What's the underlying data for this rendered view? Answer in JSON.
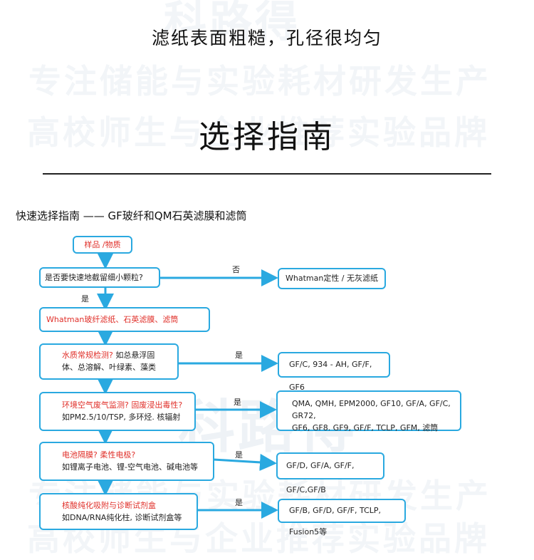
{
  "watermarks": {
    "brand": "科路得",
    "line1": "专注储能与实验耗材研发生产",
    "line2": "高校师生与企业推荐实验品牌"
  },
  "subtitle": "滤纸表面粗糙，孔径很均匀",
  "title": "选择指南",
  "section_title": "快速选择指南 —— GF玻纤和QM石英滤膜和滤筒",
  "flow": {
    "start": "样品 /物质",
    "question": "是否要快速地截留细小颗粒?",
    "no_label": "否",
    "no_result": "Whatman定性 / 无灰滤纸",
    "yes_label": "是",
    "category": "Whatman玻纤滤纸、石英滤膜、滤筒",
    "rows": [
      {
        "title": "水质常规检测?",
        "title_rest": "如总悬浮固",
        "line2": "体、总溶解、叶绿素、藻类",
        "yes": "是",
        "result": "GF/C, 934 - AH, GF/F, GF6"
      },
      {
        "title": "环境空气废气监测? 固废浸出毒性?",
        "line2": "如PM2.5/10/TSP, 多环烃. 核辐射",
        "yes": "是",
        "result": "QMA, QMH, EPM2000, GF10, GF/A, GF/C, GR72,",
        "result2": "GF6, GF8. GF9, GF/F, TCLP, GFM, 滤筒"
      },
      {
        "title": "电池隔膜? 柔性电极?",
        "line2": "如锂离子电池、锂-空气电池、碱电池等",
        "yes": "是",
        "result": "GF/D, GF/A, GF/F, GF/C,GF/B"
      },
      {
        "title": "核酸纯化吸附与诊断试剂盒",
        "line2": "如DNA/RNA纯化柱, 诊断试剂盒等",
        "yes": "是",
        "result": "GF/B, GF/D, GF/F, TCLP, Fusion5等"
      }
    ]
  },
  "colors": {
    "accent": "#2aa9e0",
    "alert": "#e0302a"
  }
}
